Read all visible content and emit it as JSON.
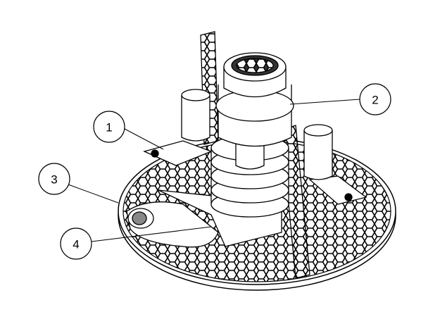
{
  "drawing": {
    "callouts": [
      {
        "label": "1",
        "part": "mounting-arm"
      },
      {
        "label": "2",
        "part": "motor-housing"
      },
      {
        "label": "3",
        "part": "honeycomb-base-plate"
      },
      {
        "label": "4",
        "part": "suction-nozzle"
      }
    ],
    "colors": {
      "line": "#000000",
      "background": "#ffffff"
    }
  }
}
